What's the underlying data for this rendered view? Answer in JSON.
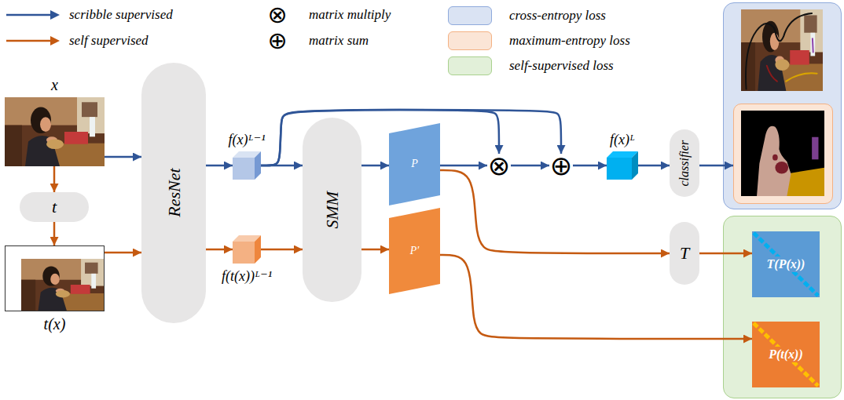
{
  "diagram": {
    "nodes": [
      {
        "text": [
          "x"
        ]
      },
      {
        "text": [
          "t"
        ]
      },
      {
        "text": [
          "t(x)"
        ]
      },
      {
        "text": [
          "ResNet"
        ]
      },
      {
        "text": [
          "f(x)ᴸ⁻¹"
        ]
      },
      {
        "text": [
          "f(t(x))ᴸ⁻¹"
        ]
      },
      {
        "text": [
          "SMM"
        ]
      },
      {
        "text": [
          "P"
        ]
      },
      {
        "text": [
          "P′"
        ]
      },
      {
        "text": [
          "⊗"
        ]
      },
      {
        "text": [
          "⊕"
        ]
      },
      {
        "text": [
          "f(x)ᴸ"
        ]
      },
      {
        "text": [
          "classifier"
        ]
      },
      {
        "text": [
          "T"
        ]
      },
      {
        "text": []
      },
      {
        "text": [],
        "in": 14
      },
      {
        "text": []
      },
      {
        "text": [
          "T(P(x))"
        ],
        "in": 16
      },
      {
        "text": [
          "P(t(x))"
        ],
        "in": 16
      }
    ],
    "edges": [
      {
        "from": 0,
        "to": 1,
        "arrow": "to"
      },
      {
        "from": 1,
        "to": 2,
        "arrow": "to"
      },
      {
        "from": 0,
        "to": 3,
        "arrow": "to"
      },
      {
        "from": 2,
        "to": 3,
        "arrow": "to"
      },
      {
        "from": 3,
        "to": 4,
        "arrow": "to"
      },
      {
        "from": 3,
        "to": 5,
        "arrow": "to"
      },
      {
        "from": 4,
        "to": 6,
        "arrow": "to"
      },
      {
        "from": 5,
        "to": 6,
        "arrow": "to"
      },
      {
        "from": 6,
        "to": 7,
        "arrow": "to"
      },
      {
        "from": 6,
        "to": 8,
        "arrow": "to"
      },
      {
        "from": 4,
        "to": 9,
        "arrow": "to"
      },
      {
        "from": 4,
        "to": 10,
        "arrow": "to"
      },
      {
        "from": 7,
        "to": 9,
        "arrow": "to"
      },
      {
        "from": 9,
        "to": 10,
        "arrow": "to"
      },
      {
        "from": 10,
        "to": 11,
        "arrow": "to"
      },
      {
        "from": 11,
        "to": 12,
        "arrow": "to"
      },
      {
        "from": 12,
        "to": 15,
        "arrow": "to"
      },
      {
        "from": 7,
        "to": 13,
        "arrow": "to"
      },
      {
        "from": 13,
        "to": 17,
        "arrow": "to"
      },
      {
        "from": 8,
        "to": 18,
        "arrow": "to"
      }
    ],
    "labels": [
      "⊗",
      "⊕"
    ],
    "legend": [
      {
        "text": "scribble supervised"
      },
      {
        "text": "self supervised"
      },
      {
        "text": "matrix multiply"
      },
      {
        "text": "matrix sum"
      },
      {
        "text": "cross-entropy loss",
        "color": "#dae3f3"
      },
      {
        "text": "maximum-entropy loss",
        "color": "#fbe5d6"
      },
      {
        "text": "self-supervised loss",
        "color": "#e2f0d9"
      }
    ]
  }
}
